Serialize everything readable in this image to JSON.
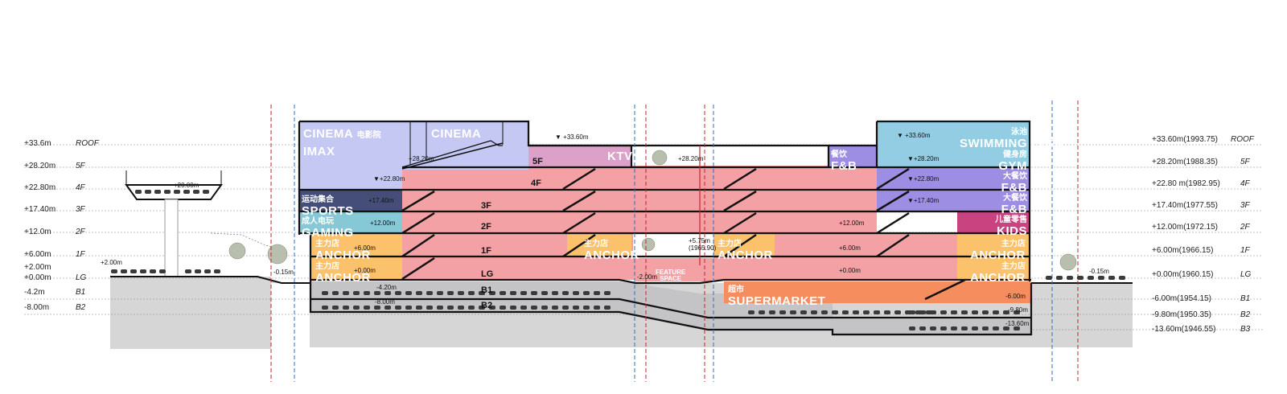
{
  "left_levels": [
    {
      "value": "+33.6m",
      "code": "ROOF"
    },
    {
      "value": "+28.20m",
      "code": "5F"
    },
    {
      "value": "+22.80m",
      "code": "4F"
    },
    {
      "value": "+17.40m",
      "code": "3F"
    },
    {
      "value": "+12.0m",
      "code": "2F"
    },
    {
      "value": "+6.00m",
      "code": "1F"
    },
    {
      "value": "+2.00m",
      "code": ""
    },
    {
      "value": "+0.00m",
      "code": "LG"
    },
    {
      "value": "-4.2m",
      "code": "B1"
    },
    {
      "value": "-8.00m",
      "code": "B2"
    }
  ],
  "right_levels": [
    {
      "value": "+33.60m(1993.75)",
      "code": "ROOF"
    },
    {
      "value": "+28.20m(1988.35)",
      "code": "5F"
    },
    {
      "value": "+22.80 m(1982.95)",
      "code": "4F"
    },
    {
      "value": "+17.40m(1977.55)",
      "code": "3F"
    },
    {
      "value": "+12.00m(1972.15)",
      "code": "2F"
    },
    {
      "value": "+6.00m(1966.15)",
      "code": "1F"
    },
    {
      "value": "+0.00m(1960.15)",
      "code": "LG"
    },
    {
      "value": "-6.00m(1954.15)",
      "code": "B1"
    },
    {
      "value": "-9.80m(1950.35)",
      "code": "B2"
    },
    {
      "value": "-13.60m(1946.55)",
      "code": "B3"
    }
  ],
  "programs": {
    "cinema_imax": {
      "en": "CINEMA",
      "cn": "电影院",
      "en2": "IMAX"
    },
    "cinema2": {
      "en": "CINEMA"
    },
    "ktv": {
      "en": "KTV"
    },
    "sports": {
      "cn": "运动集合",
      "en": "SPORTS"
    },
    "gaming": {
      "cn": "成人电玩",
      "en": "GAMING"
    },
    "anchor_cn": "主力店",
    "anchor_en": "ANCHOR",
    "feature": {
      "line1": "FEATURE",
      "line2": "SPACE"
    },
    "supermarket": {
      "cn": "超市",
      "en": "SUPERMARKET"
    },
    "pool": {
      "cn": "泳池",
      "en": "SWIMMING POOL"
    },
    "gym": {
      "cn": "健身房",
      "en": "GYM"
    },
    "fb_small": {
      "cn": "餐饮",
      "en": "F&B"
    },
    "fb_big": {
      "cn": "大餐饮",
      "en": "F&B"
    },
    "kids": {
      "cn": "儿童零售",
      "en": "KIDS"
    }
  },
  "floors": {
    "f5": "5F",
    "f4": "4F",
    "f3": "3F",
    "f2": "2F",
    "f1": "1F",
    "lg": "LG",
    "b1": "B1",
    "b2": "B2"
  },
  "elevations": {
    "roof": "+33.60m",
    "roof_pool": "+33.60m",
    "f5": "+28.20m",
    "f5_mid": "+28.20m",
    "f5_right": "+28.20m",
    "f4": "+22.80m",
    "f4_right": "+22.80m",
    "f3": "+17.40m",
    "f3_right": "+17.40m",
    "f2": "+12.00m",
    "f2_right": "+12.00m",
    "f1": "+6.00m",
    "f1_right": "+6.00m",
    "lg": "+0.00m",
    "lg_right": "+0.00m",
    "bridge": "+20.00m",
    "plaza": "+2.00m",
    "street_left": "-0.15m",
    "street_right": "-0.15m",
    "feature": "-2.00m",
    "b1": "-4.20m",
    "b1_right": "-6.00m",
    "b2": "-8.00m",
    "b2_right": "-9.80m",
    "b3": "-13.60m",
    "atrium_top": "+5.75m",
    "atrium_bottom": "(1965.90)"
  },
  "colors": {
    "retail": "#f4a1a6",
    "cinema": "#c4c8f3",
    "ktv": "#dba1c9",
    "sports": "#454e79",
    "gaming": "#86c8d5",
    "anchor": "#fbc16b",
    "supermarket": "#f58d5f",
    "parking": "#c4c4c6",
    "ground": "#d6d6d6",
    "pool": "#92cde4",
    "fb": "#9d8ee3",
    "kids": "#c94381",
    "gridline_red": "#c0272d",
    "gridline_blue": "#2e6fc4"
  }
}
